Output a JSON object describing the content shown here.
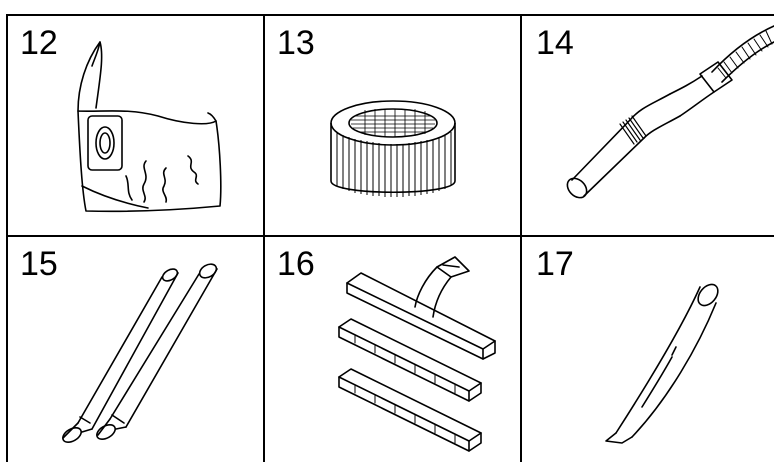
{
  "parts": [
    {
      "number": "12",
      "icon": "dust-bag-icon"
    },
    {
      "number": "13",
      "icon": "cartridge-filter-icon"
    },
    {
      "number": "14",
      "icon": "hose-with-handle-icon"
    },
    {
      "number": "15",
      "icon": "extension-tubes-icon"
    },
    {
      "number": "16",
      "icon": "floor-nozzle-with-strips-icon"
    },
    {
      "number": "17",
      "icon": "crevice-nozzle-icon"
    }
  ]
}
